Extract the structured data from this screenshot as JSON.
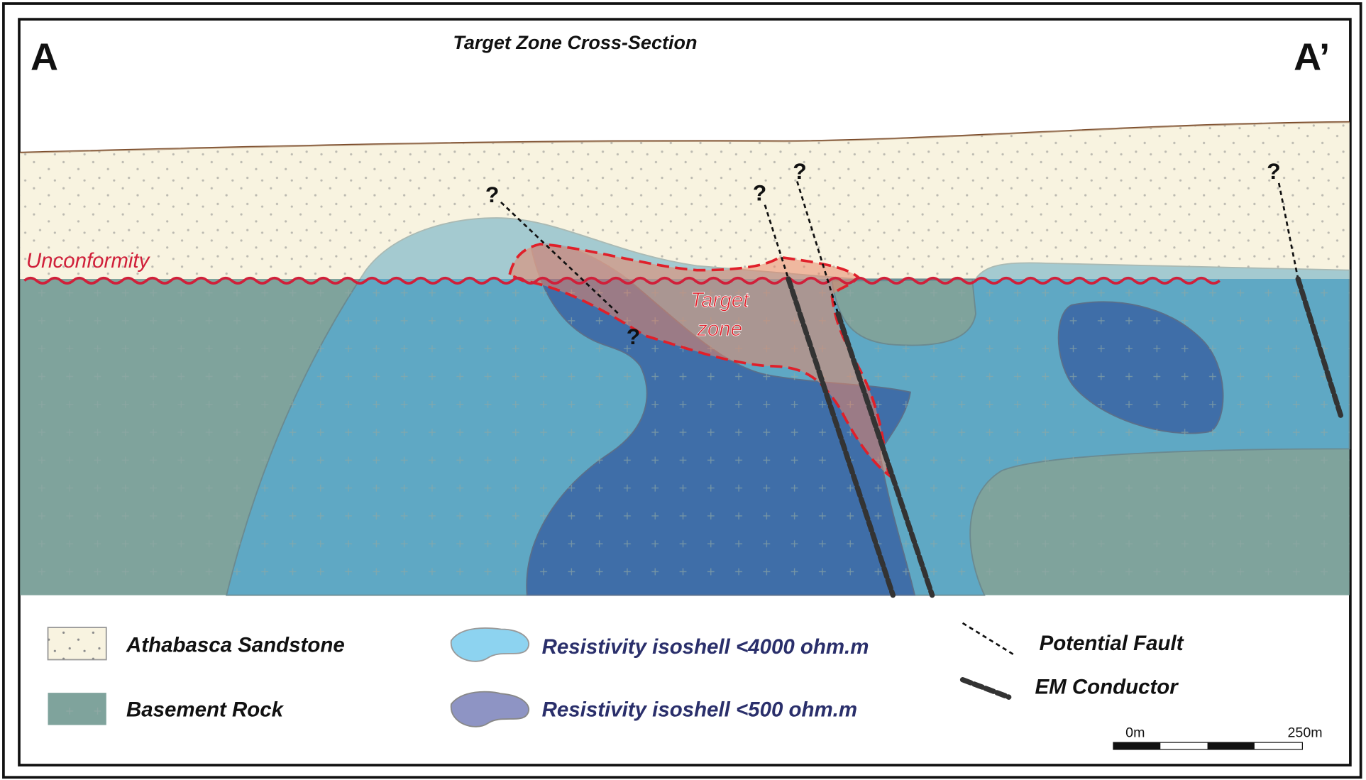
{
  "title": "Target Zone Cross-Section",
  "section_start_label": "A",
  "section_end_label": "A’",
  "labels": {
    "unconformity": "Unconformity",
    "target_zone_line1": "Target",
    "target_zone_line2": "zone",
    "question_mark": "?"
  },
  "legend": {
    "sandstone": "Athabasca Sandstone",
    "basement": "Basement Rock",
    "res4000": "Resistivity isoshell <4000 ohm.m",
    "res500": "Resistivity isoshell <500 ohm.m",
    "fault": "Potential Fault",
    "conductor": "EM Conductor"
  },
  "scale_bar": {
    "start": "0m",
    "end": "250m"
  },
  "colors": {
    "sandstone": "#f8f3e0",
    "basement": "#7fa39c",
    "res4000": "#5fa8c4",
    "res500": "#3f6ea8",
    "target": "#e8866a",
    "unconformity": "#d0203a",
    "legend_text_navy": "#2a2f6b"
  }
}
